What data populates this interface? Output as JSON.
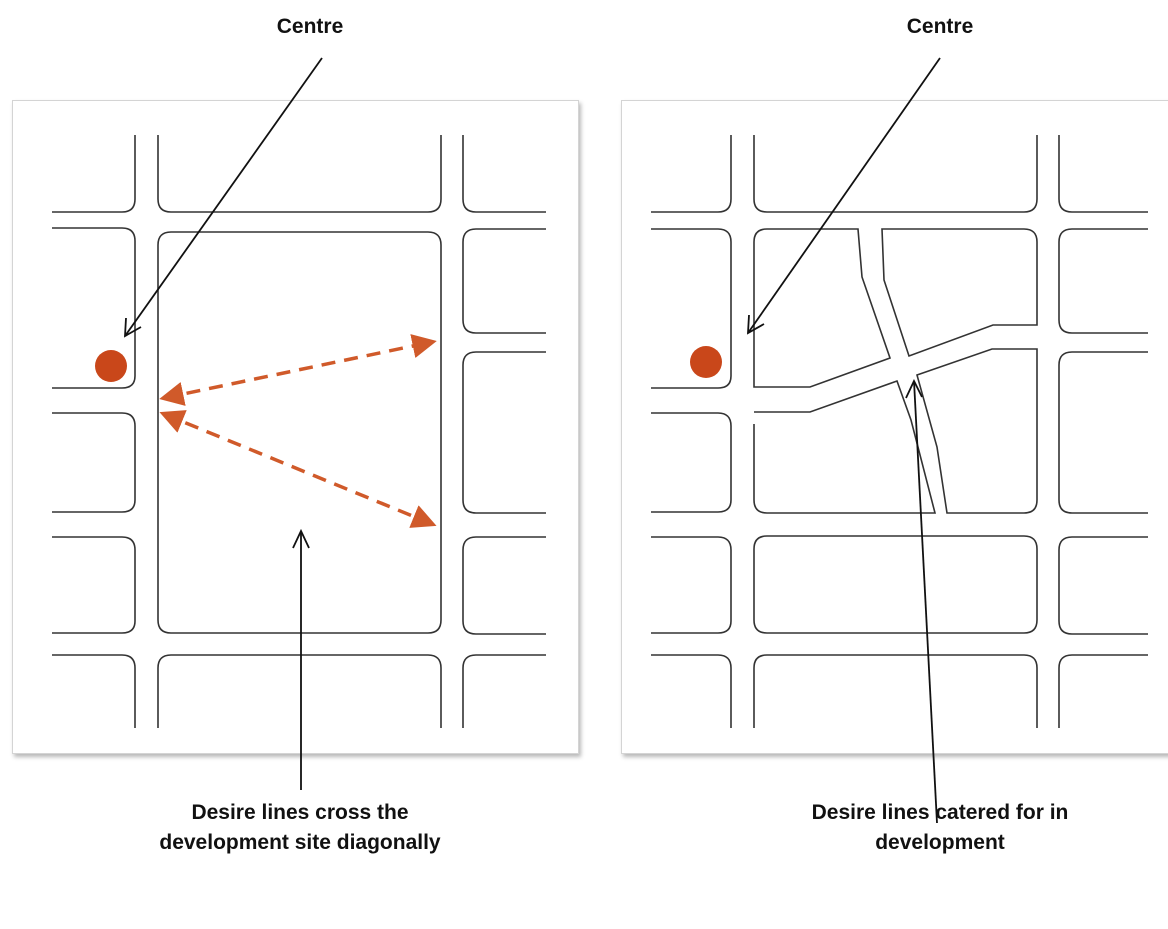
{
  "left_panel": {
    "centre_label": "Centre",
    "caption": "Desire lines cross the development site diagonally"
  },
  "right_panel": {
    "centre_label": "Centre",
    "caption": "Desire lines catered for in development"
  },
  "colors": {
    "road_line": "#333333",
    "centre_dot": "#c9471a",
    "desire_line": "#d05a2a",
    "pointer": "#111111"
  }
}
